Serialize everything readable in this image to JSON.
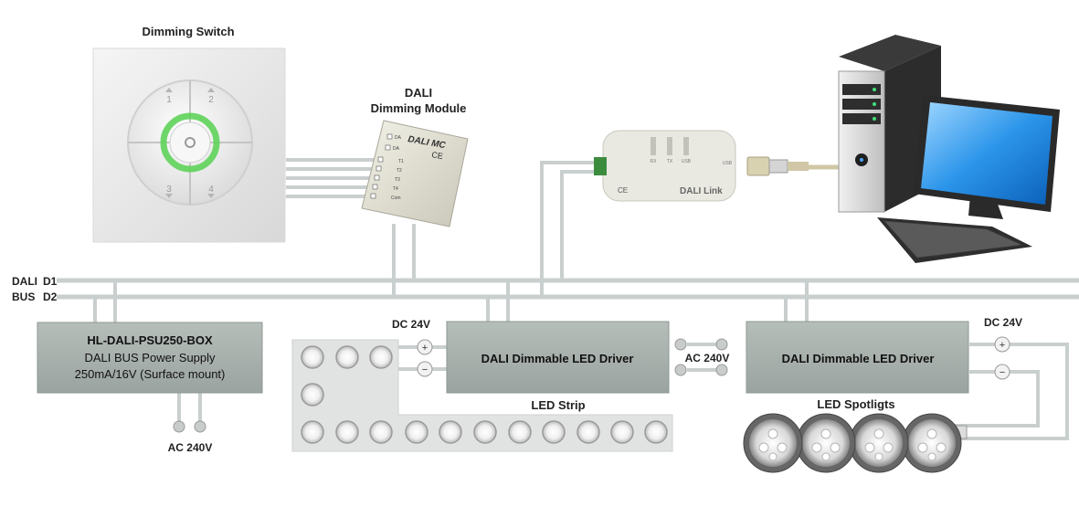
{
  "labels": {
    "dimming_switch": "Dimming Switch",
    "dali_title": "DALI",
    "dimming_module": "Dimming Module",
    "bus_dali": "DALI",
    "bus_bus": "BUS",
    "bus_d1": "D1",
    "bus_d2": "D2",
    "psu_title": "HL-DALI-PSU250-BOX",
    "psu_line2": "DALI BUS Power Supply",
    "psu_line3": "250mA/16V (Surface mount)",
    "ac240_psu": "AC 240V",
    "ac240_mid": "AC 240V",
    "dc24_left": "DC 24V",
    "dc24_right": "DC 24V",
    "driver_left": "DALI Dimmable LED Driver",
    "driver_right": "DALI Dimmable LED Driver",
    "led_strip": "LED Strip",
    "led_spotlights": "LED Spotligts"
  },
  "switch_buttons": {
    "b1": "1",
    "b2": "2",
    "b3": "3",
    "b4": "4"
  },
  "module_device": {
    "name": "DALI MC",
    "ce": "CE",
    "pins": [
      "DA",
      "DA",
      "T1",
      "T2",
      "T3",
      "T4",
      "Com"
    ]
  },
  "link_device": {
    "name": "DALI Link",
    "ports": [
      "RX",
      "TX",
      "USB"
    ],
    "usb": "USB",
    "ce": "CE"
  },
  "colors": {
    "bus_line": "#c9cfce",
    "box_fill": "#a9b2ae",
    "led_ring": "#5fd35a",
    "monitor_blue": "#1e86e0"
  }
}
